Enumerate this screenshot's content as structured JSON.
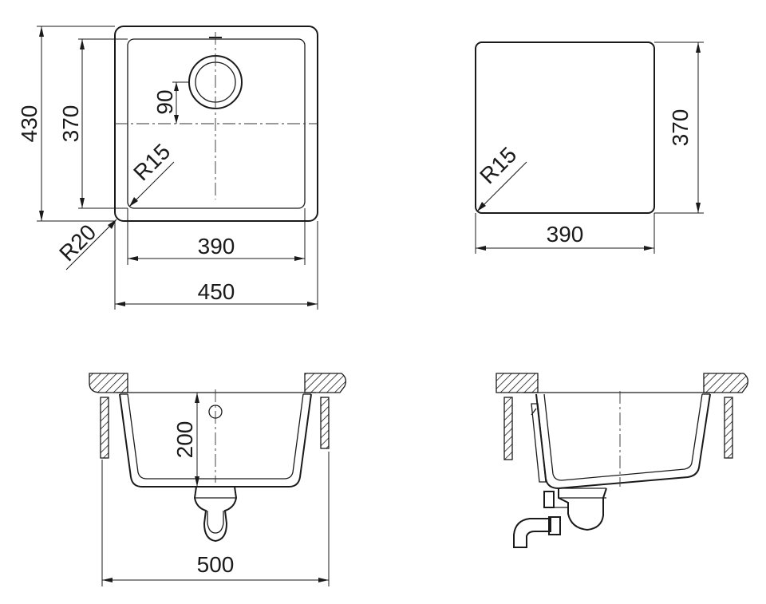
{
  "dimensions": {
    "top_outer_height": "430",
    "top_inner_height": "370",
    "top_drain_offset": "90",
    "top_inner_radius": "R15",
    "top_outer_radius": "R20",
    "top_inner_width": "390",
    "top_outer_width": "450",
    "cutout_height": "370",
    "cutout_radius": "R15",
    "cutout_width": "390",
    "front_depth": "200",
    "front_overall_width": "500"
  }
}
